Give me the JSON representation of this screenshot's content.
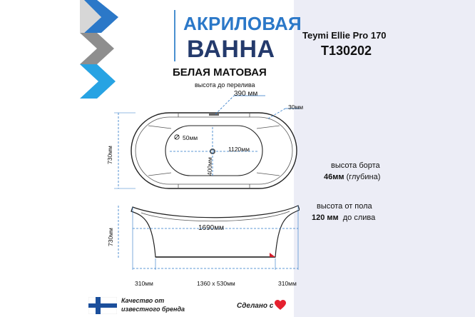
{
  "product": {
    "title_line1": "АКРИЛОВАЯ",
    "title_line2": "ВАННА",
    "subtitle": "БЕЛАЯ МАТОВАЯ",
    "model_name": "Teymi Ellie Pro 170",
    "model_code": "T130202"
  },
  "top_view": {
    "overflow_height_label": "высота до перелива",
    "overflow_height_value": "390 мм",
    "rim_width": "30мм",
    "drain_diameter": "50мм",
    "inner_length": "1120мм",
    "inner_width": "400мм",
    "outer_width": "730мм"
  },
  "side_view": {
    "height": "730мм",
    "length": "1690мм",
    "left_offset": "310мм",
    "base_size": "1360 x 530мм",
    "right_offset": "310мм"
  },
  "notes": {
    "rim_height_label": "высота борта",
    "rim_height_value": "46мм",
    "rim_height_suffix": "(глубина)",
    "floor_height_label": "высота от пола",
    "floor_height_value": "120 мм",
    "floor_height_suffix": "до слива"
  },
  "footer": {
    "quality_line1": "Качество от",
    "quality_line2": "известного бренда",
    "made_with": "Сделано с"
  },
  "colors": {
    "accent_blue": "#2b78c8",
    "dark_navy": "#243a6c",
    "panel_bg": "#ecedf6",
    "heart": "#e5202e"
  }
}
